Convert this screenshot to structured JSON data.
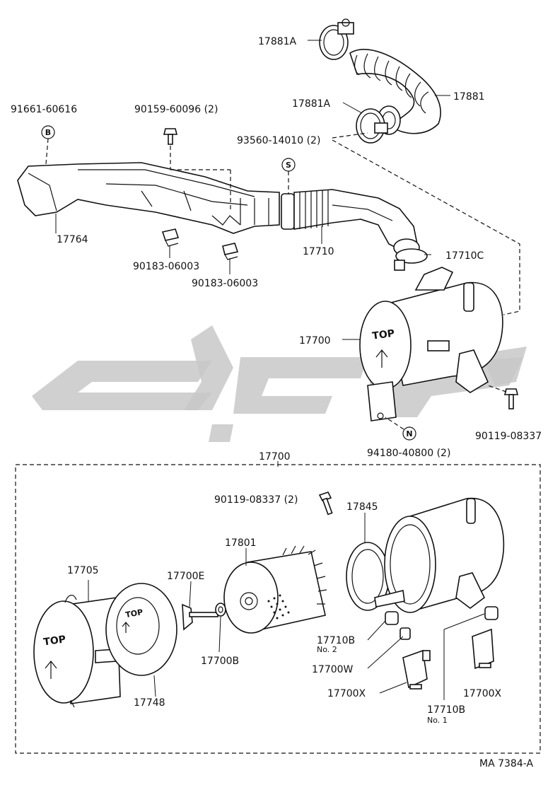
{
  "labels": {
    "p17881A_top": "17881A",
    "p17881": "17881",
    "p17881A_mid": "17881A",
    "p91661": "91661-60616",
    "p90159": "90159-60096 (2)",
    "p93560": "93560-14010 (2)",
    "p17764": "17764",
    "p17710": "17710",
    "p17710C": "17710C",
    "p90183_a": "90183-06003",
    "p90183_b": "90183-06003",
    "p17700": "17700",
    "p90119_right": "90119-08337",
    "p94180": "94180-40800 (2)",
    "box_title": "17700",
    "p90119_box": "90119-08337 (2)",
    "p17845": "17845",
    "p17801": "17801",
    "p17705": "17705",
    "p17700E": "17700E",
    "p17700B": "17700B",
    "p17748": "17748",
    "p17710B_no2": "17710B",
    "p17710B_no2_sub": "No. 2",
    "p17700W": "17700W",
    "p17700X_a": "17700X",
    "p17700X_b": "17700X",
    "p17710B_no1": "17710B",
    "p17710B_no1_sub": "No. 1",
    "ref": "MA 7384-A"
  },
  "callouts": {
    "B": "B",
    "S": "S",
    "N": "N"
  },
  "housing_text": {
    "top_main": "TOP",
    "top_cap": "TOP",
    "top_filter": "TOP"
  }
}
